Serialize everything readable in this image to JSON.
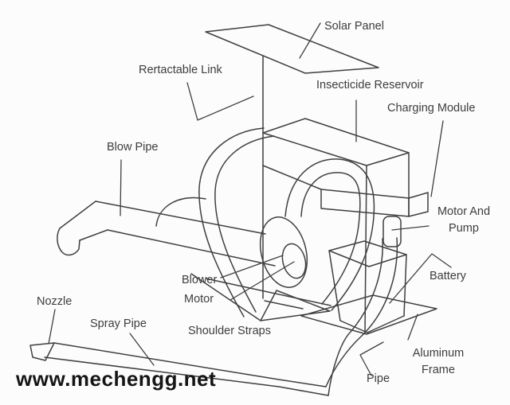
{
  "page": {
    "background_color": "#fcfcfc",
    "line_color": "#3f3f3f",
    "text_color": "#3d3d3d",
    "watermark_color": "#151515"
  },
  "labels": {
    "solar_panel": "Solar Panel",
    "retractable_link": "Rertactable Link",
    "insecticide_reservoir": "Insecticide Reservoir",
    "charging_module": "Charging Module",
    "blow_pipe": "Blow Pipe",
    "motor_and_pump": {
      "line1": "Motor And",
      "line2": "Pump"
    },
    "battery": "Battery",
    "blower": "Blower",
    "motor": "Motor",
    "nozzle": "Nozzle",
    "spray_pipe": "Spray Pipe",
    "shoulder_straps": "Shoulder Straps",
    "aluminum_frame": {
      "line1": "Aluminum",
      "line2": "Frame"
    },
    "pipe": "Pipe"
  },
  "watermark": "www.mechengg.net"
}
